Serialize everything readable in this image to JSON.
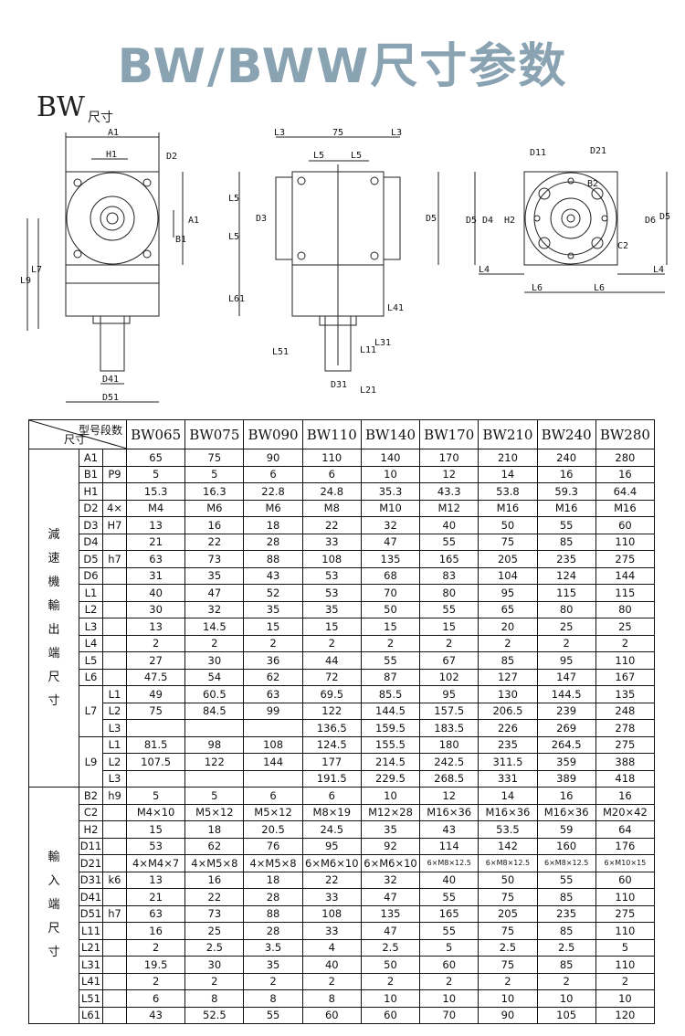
{
  "title": "BW/BWW尺寸参数",
  "subtitle": "BW",
  "subtitle_suffix": "尺寸",
  "diagram_labels": {
    "d1": [
      "A1",
      "H1",
      "D2",
      "A1",
      "B1",
      "L9",
      "L7",
      "D41",
      "D51"
    ],
    "d2": [
      "L3",
      "75",
      "L3",
      "L5",
      "L5",
      "L5",
      "L5",
      "D3",
      "D5",
      "L61",
      "L41",
      "L51",
      "L11",
      "L31",
      "D31",
      "L21"
    ],
    "d3": [
      "D11",
      "D21",
      "B2",
      "D5",
      "D4",
      "H2",
      "D6",
      "D5",
      "C2",
      "L4",
      "L6",
      "L6",
      "L4"
    ]
  },
  "table": {
    "header_top": "型号段数",
    "header_bottom": "尺寸",
    "models": [
      "BW065",
      "BW075",
      "BW090",
      "BW110",
      "BW140",
      "BW170",
      "BW210",
      "BW240",
      "BW280"
    ],
    "output_label": [
      "減",
      "速",
      "機",
      "輸",
      "出",
      "端",
      "尺",
      "寸"
    ],
    "input_label": [
      "輸",
      "入",
      "端",
      "尺",
      "寸"
    ],
    "rows": [
      {
        "p": "A1",
        "q": "",
        "v": [
          "65",
          "75",
          "90",
          "110",
          "140",
          "170",
          "210",
          "240",
          "280"
        ]
      },
      {
        "p": "B1",
        "q": "P9",
        "v": [
          "5",
          "5",
          "6",
          "6",
          "10",
          "12",
          "14",
          "16",
          "16"
        ]
      },
      {
        "p": "H1",
        "q": "",
        "v": [
          "15.3",
          "16.3",
          "22.8",
          "24.8",
          "35.3",
          "43.3",
          "53.8",
          "59.3",
          "64.4"
        ]
      },
      {
        "p": "D2",
        "q": "4×",
        "v": [
          "M4",
          "M6",
          "M6",
          "M8",
          "M10",
          "M12",
          "M16",
          "M16",
          "M16"
        ]
      },
      {
        "p": "D3",
        "q": "H7",
        "v": [
          "13",
          "16",
          "18",
          "22",
          "32",
          "40",
          "50",
          "55",
          "60"
        ]
      },
      {
        "p": "D4",
        "q": "",
        "v": [
          "21",
          "22",
          "28",
          "33",
          "47",
          "55",
          "75",
          "85",
          "110"
        ]
      },
      {
        "p": "D5",
        "q": "h7",
        "v": [
          "63",
          "73",
          "88",
          "108",
          "135",
          "165",
          "205",
          "235",
          "275"
        ]
      },
      {
        "p": "D6",
        "q": "",
        "v": [
          "31",
          "35",
          "43",
          "53",
          "68",
          "83",
          "104",
          "124",
          "144"
        ]
      },
      {
        "p": "L1",
        "q": "",
        "v": [
          "40",
          "47",
          "52",
          "53",
          "70",
          "80",
          "95",
          "115",
          "115"
        ]
      },
      {
        "p": "L2",
        "q": "",
        "v": [
          "30",
          "32",
          "35",
          "35",
          "50",
          "55",
          "65",
          "80",
          "80"
        ]
      },
      {
        "p": "L3",
        "q": "",
        "v": [
          "13",
          "14.5",
          "15",
          "15",
          "15",
          "15",
          "20",
          "25",
          "25"
        ]
      },
      {
        "p": "L4",
        "q": "",
        "v": [
          "2",
          "2",
          "2",
          "2",
          "2",
          "2",
          "2",
          "2",
          "2"
        ]
      },
      {
        "p": "L5",
        "q": "",
        "v": [
          "27",
          "30",
          "36",
          "44",
          "55",
          "67",
          "85",
          "95",
          "110"
        ]
      },
      {
        "p": "L6",
        "q": "",
        "v": [
          "47.5",
          "54",
          "62",
          "72",
          "87",
          "102",
          "127",
          "147",
          "167"
        ]
      },
      {
        "p": "L7",
        "q": "L1",
        "v": [
          "49",
          "60.5",
          "63",
          "69.5",
          "85.5",
          "95",
          "130",
          "144.5",
          "135"
        ]
      },
      {
        "p": "",
        "q": "L2",
        "v": [
          "75",
          "84.5",
          "99",
          "122",
          "144.5",
          "157.5",
          "206.5",
          "239",
          "248"
        ]
      },
      {
        "p": "",
        "q": "L3",
        "v": [
          "",
          "",
          "",
          "136.5",
          "159.5",
          "183.5",
          "226",
          "269",
          "278"
        ]
      },
      {
        "p": "L9",
        "q": "L1",
        "v": [
          "81.5",
          "98",
          "108",
          "124.5",
          "155.5",
          "180",
          "235",
          "264.5",
          "275"
        ]
      },
      {
        "p": "",
        "q": "L2",
        "v": [
          "107.5",
          "122",
          "144",
          "177",
          "214.5",
          "242.5",
          "311.5",
          "359",
          "388"
        ]
      },
      {
        "p": "",
        "q": "L3",
        "v": [
          "",
          "",
          "",
          "191.5",
          "229.5",
          "268.5",
          "331",
          "389",
          "418"
        ]
      },
      {
        "p": "B2",
        "q": "h9",
        "v": [
          "5",
          "5",
          "6",
          "6",
          "10",
          "12",
          "14",
          "16",
          "16"
        ]
      },
      {
        "p": "C2",
        "q": "",
        "v": [
          "M4×10",
          "M5×12",
          "M5×12",
          "M8×19",
          "M12×28",
          "M16×36",
          "M16×36",
          "M16×36",
          "M20×42"
        ]
      },
      {
        "p": "H2",
        "q": "",
        "v": [
          "15",
          "18",
          "20.5",
          "24.5",
          "35",
          "43",
          "53.5",
          "59",
          "64"
        ]
      },
      {
        "p": "D11",
        "q": "",
        "v": [
          "53",
          "62",
          "76",
          "95",
          "92",
          "114",
          "142",
          "160",
          "176"
        ]
      },
      {
        "p": "D21",
        "q": "",
        "v": [
          "4×M4×7",
          "4×M5×8",
          "4×M5×8",
          "6×M6×10",
          "6×M6×10",
          "6×M8×12.5",
          "6×M8×12.5",
          "6×M8×12.5",
          "6×M10×15"
        ]
      },
      {
        "p": "D31",
        "q": "k6",
        "v": [
          "13",
          "16",
          "18",
          "22",
          "32",
          "40",
          "50",
          "55",
          "60"
        ]
      },
      {
        "p": "D41",
        "q": "",
        "v": [
          "21",
          "22",
          "28",
          "33",
          "47",
          "55",
          "75",
          "85",
          "110"
        ]
      },
      {
        "p": "D51",
        "q": "h7",
        "v": [
          "63",
          "73",
          "88",
          "108",
          "135",
          "165",
          "205",
          "235",
          "275"
        ]
      },
      {
        "p": "L11",
        "q": "",
        "v": [
          "16",
          "25",
          "28",
          "33",
          "47",
          "55",
          "75",
          "85",
          "110"
        ]
      },
      {
        "p": "L21",
        "q": "",
        "v": [
          "2",
          "2.5",
          "3.5",
          "4",
          "2.5",
          "5",
          "2.5",
          "2.5",
          "5"
        ]
      },
      {
        "p": "L31",
        "q": "",
        "v": [
          "19.5",
          "30",
          "35",
          "40",
          "50",
          "60",
          "75",
          "85",
          "110"
        ]
      },
      {
        "p": "L41",
        "q": "",
        "v": [
          "2",
          "2",
          "2",
          "2",
          "2",
          "2",
          "2",
          "2",
          "2"
        ]
      },
      {
        "p": "L51",
        "q": "",
        "v": [
          "6",
          "8",
          "8",
          "8",
          "10",
          "10",
          "10",
          "10",
          "10"
        ]
      },
      {
        "p": "L61",
        "q": "",
        "v": [
          "43",
          "52.5",
          "55",
          "60",
          "60",
          "70",
          "90",
          "105",
          "120"
        ]
      }
    ]
  }
}
